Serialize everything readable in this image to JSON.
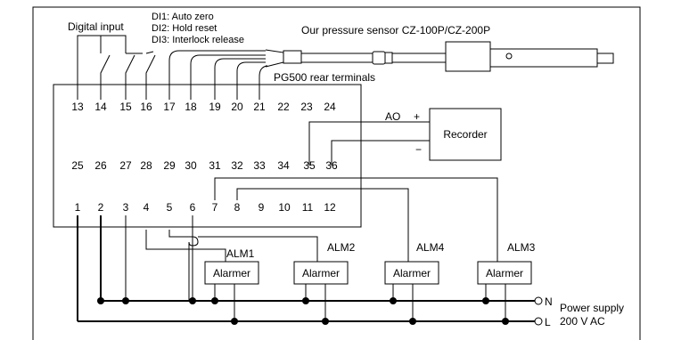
{
  "labels": {
    "digital_input": "Digital input",
    "di1": "DI1: Auto zero",
    "di2": "DI2: Hold reset",
    "di3": "DI3: Interlock release",
    "sensor": "Our pressure sensor CZ-100P/CZ-200P",
    "rear_terminals": "PG500 rear terminals",
    "ao": "AO",
    "plus": "+",
    "minus": "−",
    "recorder": "Recorder",
    "power_supply": "Power supply",
    "voltage": "200 V AC",
    "n": "N",
    "l": "L"
  },
  "terminals": {
    "row1": [
      "13",
      "14",
      "15",
      "16",
      "17",
      "18",
      "19",
      "20",
      "21",
      "22",
      "23",
      "24"
    ],
    "row2": [
      "25",
      "26",
      "27",
      "28",
      "29",
      "30",
      "31",
      "32",
      "33",
      "34",
      "35",
      "36"
    ],
    "row3": [
      "1",
      "2",
      "3",
      "4",
      "5",
      "6",
      "7",
      "8",
      "9",
      "10",
      "11",
      "12"
    ]
  },
  "alarms": [
    {
      "tag": "ALM1",
      "box": "Alarmer"
    },
    {
      "tag": "ALM2",
      "box": "Alarmer"
    },
    {
      "tag": "ALM4",
      "box": "Alarmer"
    },
    {
      "tag": "ALM3",
      "box": "Alarmer"
    }
  ]
}
